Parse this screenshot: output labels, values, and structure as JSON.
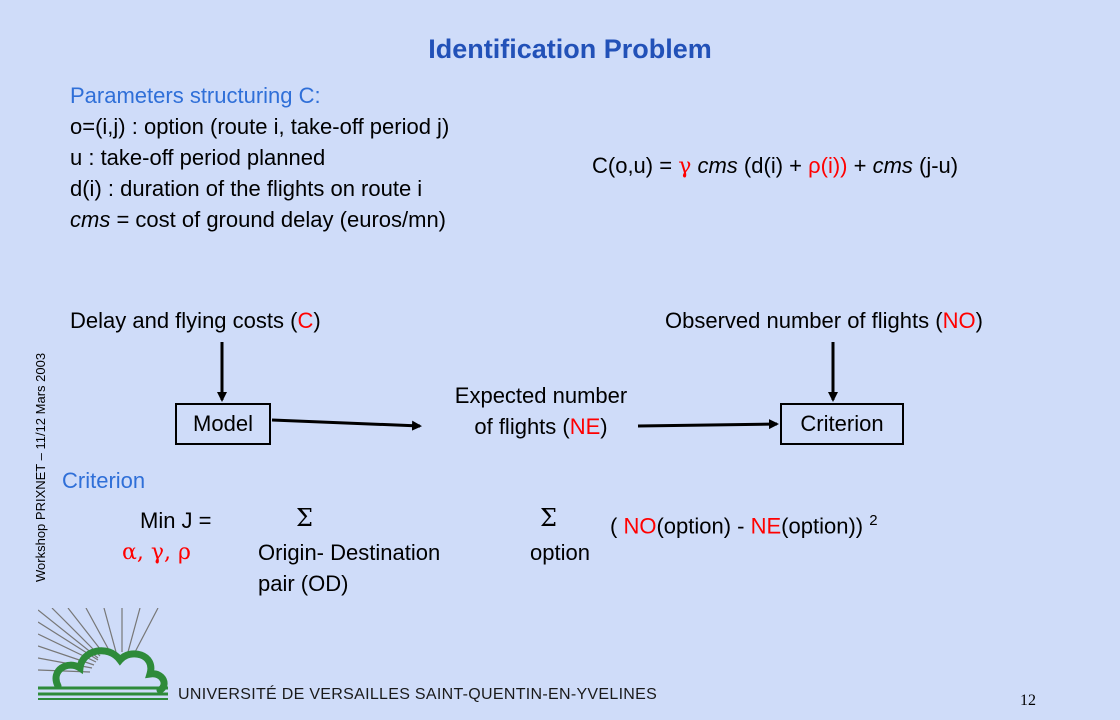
{
  "title": "Identification Problem",
  "params": {
    "heading": "Parameters structuring C:",
    "lines": [
      "o=(i,j) : option (route i, take-off period j)",
      "u : take-off period planned",
      "d(i) : duration of the flights on route i"
    ],
    "cms_term": "cms",
    "cms_rest": " = cost of ground delay (euros/mn)"
  },
  "formula": {
    "lhs": "C(o,u) = ",
    "gamma": "γ",
    "cms1": " cms",
    "mid": "  (d(i) + ",
    "rho_i": "ρ(i))",
    "plus": "  + ",
    "cms2": "cms",
    "tail": " (j-u)"
  },
  "diagram": {
    "left_label_pre": "Delay and flying costs (",
    "left_label_c": "C",
    "left_label_post": ")",
    "right_label_pre": "Observed number of flights (",
    "right_label_no": "NO",
    "right_label_post": ")",
    "model": "Model",
    "criterion": "Criterion",
    "expected_line1": "Expected number",
    "expected_line2_pre": "of flights (",
    "expected_line2_ne": "NE",
    "expected_line2_post": ")"
  },
  "criterion_section": {
    "heading": "Criterion",
    "min_j": "Min  J    =",
    "sigma": "Σ",
    "open": "( ",
    "no": "NO",
    "mid": "(option) - ",
    "ne": "NE",
    "close": "(option)) ",
    "exp": "2",
    "greek_vars": "α,  γ,  ρ",
    "od_line1": "Origin- Destination",
    "od_line2": "pair (OD)",
    "option": "option"
  },
  "sidebar": "Workshop PRIXNET – 11/12 Mars 2003",
  "footer": {
    "university": "UNIVERSITÉ DE VERSAILLES SAINT-QUENTIN-EN-YVELINES",
    "page": "12"
  },
  "colors": {
    "background": "#cfdcf9",
    "title": "#2251b8",
    "heading": "#2f6fd8",
    "accent": "#ff0000",
    "logo": "#2e8b3a"
  }
}
